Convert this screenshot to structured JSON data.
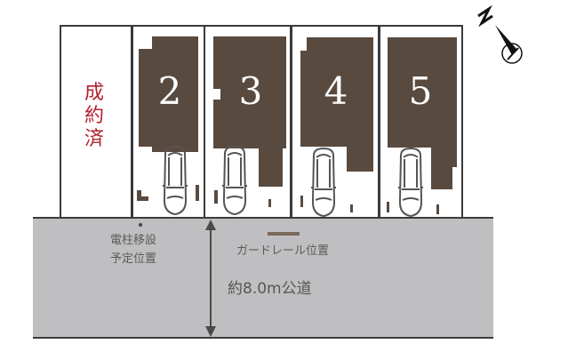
{
  "site_plan": {
    "lots": [
      {
        "id": "1",
        "label": "成約済",
        "status": "sold"
      },
      {
        "id": "2",
        "label": "2",
        "status": "available"
      },
      {
        "id": "3",
        "label": "3",
        "status": "available"
      },
      {
        "id": "4",
        "label": "4",
        "status": "available"
      },
      {
        "id": "5",
        "label": "5",
        "status": "available"
      }
    ],
    "road": {
      "label": "約8.0m公道",
      "width_text": "約8.0m"
    },
    "annotations": {
      "pole_relocation": [
        "電柱移設",
        "予定位置"
      ],
      "guardrail": "ガードレール位置"
    },
    "compass": {
      "label": "N"
    },
    "colors": {
      "building": "#594a40",
      "road": "#bfbfc1",
      "sold_text": "#b2222e",
      "line": "#3a3a3a",
      "annotation_text": "#5b5b5b"
    }
  }
}
